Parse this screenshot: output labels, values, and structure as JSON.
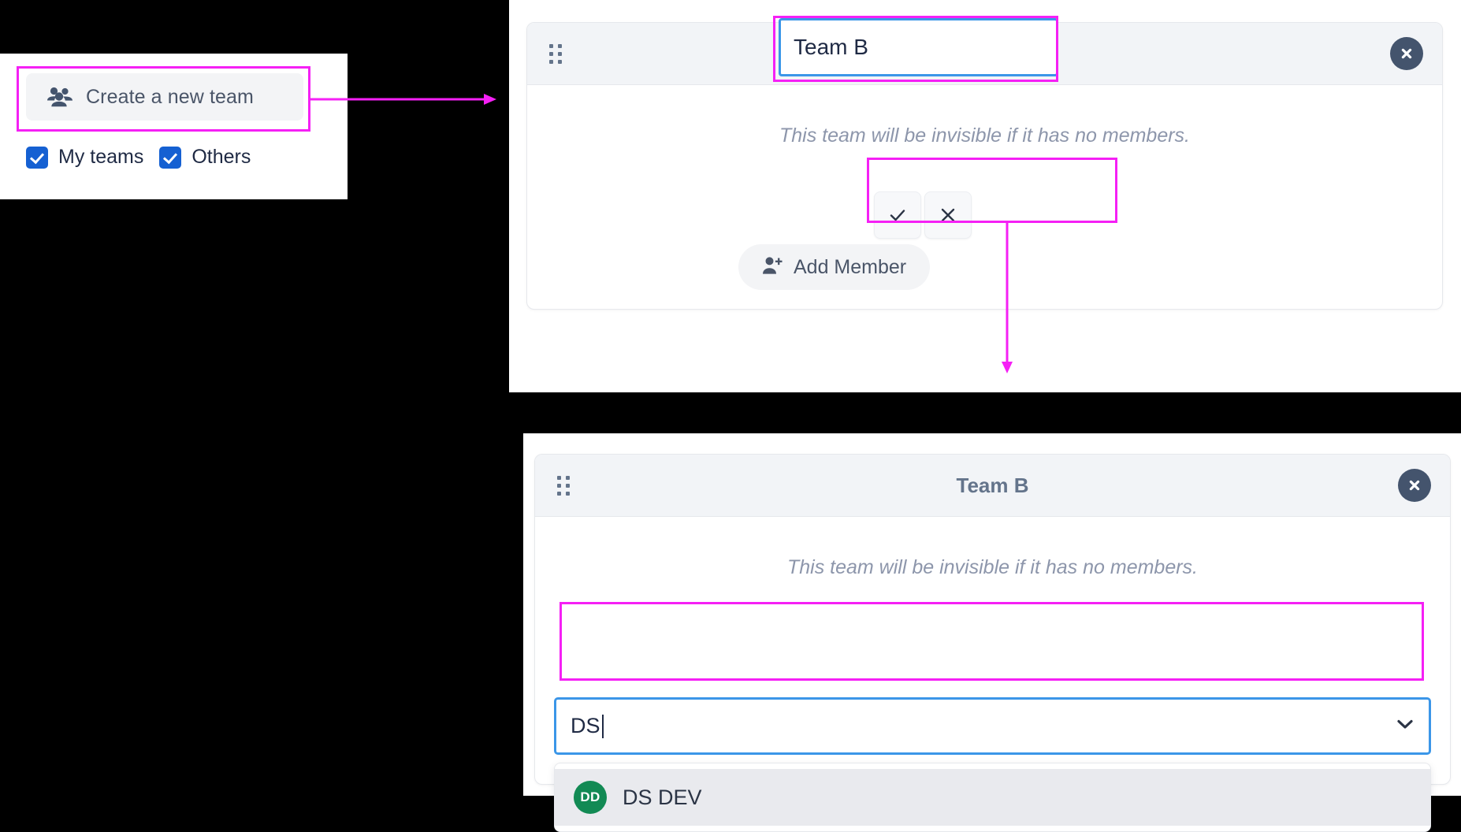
{
  "left_panel": {
    "create_team_button": {
      "label": "Create a new team",
      "icon": "people-group-icon"
    },
    "filters": [
      {
        "label": "My teams",
        "checked": true
      },
      {
        "label": "Others",
        "checked": true
      }
    ]
  },
  "top_modal": {
    "drag_handle_icon": "drag-dots-icon",
    "name_input_value": "Team B",
    "close_icon": "close-icon",
    "hint": "This team will be invisible if it has no members.",
    "confirm_icon": "check-icon",
    "cancel_icon": "cross-icon",
    "add_member_button": {
      "label": "Add Member",
      "icon": "person-add-icon"
    }
  },
  "bottom_modal": {
    "drag_handle_icon": "drag-dots-icon",
    "title": "Team B",
    "close_icon": "close-icon",
    "hint": "This team will be invisible if it has no members.",
    "member_select": {
      "value": "DS",
      "placeholder": "",
      "chevron_icon": "chevron-down-icon"
    },
    "dropdown_options": [
      {
        "initials": "DD",
        "label": "DS DEV",
        "avatar_color": "#128a54",
        "highlighted": true
      }
    ]
  },
  "annotation": {
    "highlight_color": "#f520f5",
    "focus_border_color": "#3b96e8"
  }
}
